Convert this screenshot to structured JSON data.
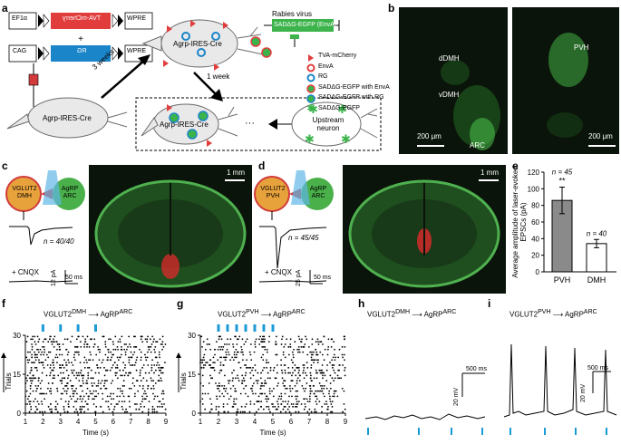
{
  "labels": {
    "a": "a",
    "b": "b",
    "c": "c",
    "d": "d",
    "e": "e",
    "f": "f",
    "g": "g",
    "h": "h",
    "i": "i"
  },
  "panel_a": {
    "vector1": {
      "promoter": "EF1α",
      "gene": "TVA-mCherry",
      "end": "WPRE"
    },
    "plus": "+",
    "vector2": {
      "promoter": "CAG",
      "gene": "RG",
      "end": "WPRE"
    },
    "weeks3": "3 weeks",
    "week1": "1 week",
    "mouse": "Agrp-IRES-Cre",
    "rabies_title": "Rabies virus",
    "rabies_construct": "SADΔG-EGFP (EnvA)",
    "legend": [
      "TVA-mCherry",
      "EnvA",
      "RG",
      "SADΔG-EGFP with EnvA",
      "SADΔG-EGFP with RG",
      "SADΔG-EGFP"
    ],
    "upstream": "Upstream neuron",
    "dots": "···",
    "colors": {
      "tva": "#e23d3d",
      "rg": "#1b85c9",
      "gfp": "#3cb44b"
    }
  },
  "panel_b": {
    "dDMH": "dDMH",
    "vDMH": "vDMH",
    "ARC": "ARC",
    "PVH": "PVH",
    "scale1": "200 μm",
    "scale2": "200 μm"
  },
  "panel_c": {
    "pre_main": "VGLUT2",
    "pre_sub": "DMH",
    "post_main": "AgRP",
    "post_sub": "ARC",
    "n": "n = 40/40",
    "cnqx": "+ CNQX",
    "scale_y": "12 pA",
    "scale_x": "50 ms",
    "scale_img": "1 mm"
  },
  "panel_d": {
    "pre_main": "VGLUT2",
    "pre_sub": "PVH",
    "post_main": "AgRP",
    "post_sub": "ARC",
    "n": "n = 45/45",
    "cnqx": "+ CNQX",
    "scale_y": "25 pA",
    "scale_x": "50 ms",
    "scale_img": "1 mm"
  },
  "chart_data": [
    {
      "type": "bar",
      "panel": "e",
      "categories": [
        "PVH",
        "DMH"
      ],
      "values": [
        86,
        34
      ],
      "errors": [
        16,
        5
      ],
      "n_labels": [
        "n = 45",
        "n = 40"
      ],
      "significance": [
        "**",
        ""
      ],
      "ylabel": "Average amplitude of laser-evoked EPSCs (pA)",
      "ylim": [
        0,
        120
      ],
      "yticks": [
        0,
        20,
        40,
        60,
        80,
        100,
        120
      ],
      "colors": [
        "#8a8a8a",
        "#ffffff"
      ]
    },
    {
      "type": "scatter",
      "panel": "f",
      "title_main": "VGLUT2",
      "title_sub": "DMH",
      "title_post": "AgRP",
      "title_post_sub": "ARC",
      "xlabel": "Time (s)",
      "ylabel": "Trials",
      "xlim": [
        1,
        9
      ],
      "ylim": [
        0,
        30
      ],
      "xticks": [
        1,
        2,
        3,
        4,
        5,
        6,
        7,
        8,
        9
      ],
      "yticks": [
        0,
        15,
        30
      ],
      "stim_times": [
        2,
        3,
        4,
        5
      ]
    },
    {
      "type": "scatter",
      "panel": "g",
      "title_main": "VGLUT2",
      "title_sub": "PVH",
      "title_post": "AgRP",
      "title_post_sub": "ARC",
      "xlabel": "Time (s)",
      "ylabel": "Trials",
      "xlim": [
        1,
        9
      ],
      "ylim": [
        0,
        30
      ],
      "xticks": [
        1,
        2,
        3,
        4,
        5,
        6,
        7,
        8,
        9
      ],
      "yticks": [
        0,
        15,
        30
      ],
      "stim_times": [
        2,
        2.5,
        3,
        3.5,
        4,
        4.5,
        5
      ]
    }
  ],
  "panel_h": {
    "title_main": "VGLUT2",
    "title_sub": "DMH",
    "title_post": "AgRP",
    "title_post_sub": "ARC",
    "scale_x": "500 ms",
    "scale_y": "20 mV"
  },
  "panel_i": {
    "title_main": "VGLUT2",
    "title_sub": "PVH",
    "title_post": "AgRP",
    "title_post_sub": "ARC",
    "scale_x": "500 ms",
    "scale_y": "20 mV"
  }
}
